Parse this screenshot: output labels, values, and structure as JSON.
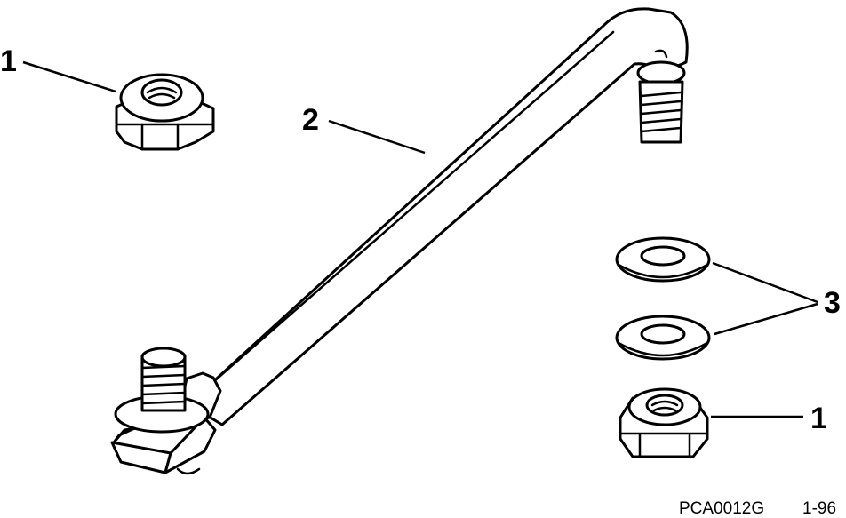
{
  "callouts": {
    "nut_top_left": "1",
    "rod": "2",
    "washers": "3",
    "nut_right": "1"
  },
  "footer": {
    "figure_code": "PCA0012G",
    "page_ref": "1-96"
  },
  "colors": {
    "line": "#000000",
    "background": "#ffffff"
  }
}
